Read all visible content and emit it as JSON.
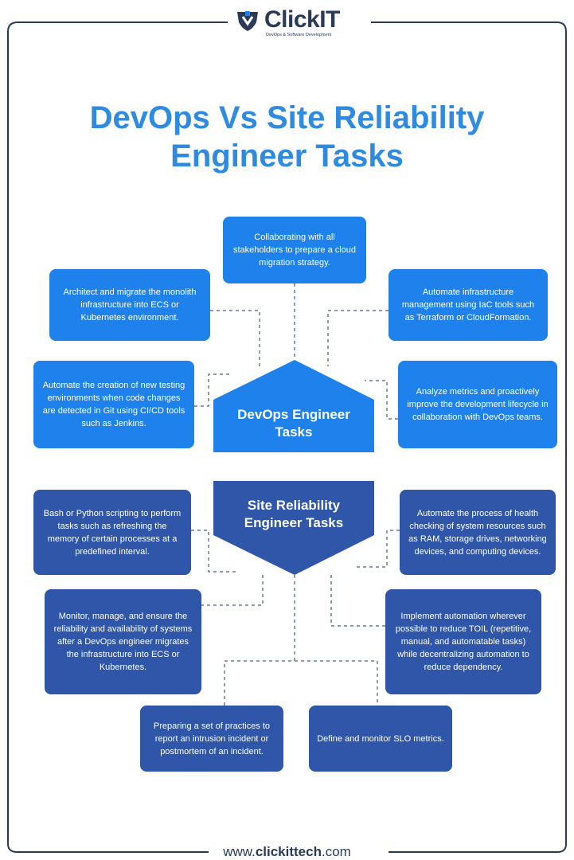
{
  "header": {
    "logo_text": "ClickIT",
    "logo_tagline": "DevOps & Software Development",
    "title_line1": "DevOps Vs Site Reliability",
    "title_line2": "Engineer Tasks"
  },
  "devops": {
    "hub_line1": "DevOps Engineer",
    "hub_line2": "Tasks",
    "color": "#1f82ec",
    "tasks": [
      "Collaborating with all stakeholders to prepare a cloud migration strategy.",
      "Architect and migrate the monolith infrastructure into ECS or Kubernetes environment.",
      "Automate infrastructure management using IaC tools such as Terraform or CloudFormation.",
      "Automate the creation of new testing environments when code changes are detected in Git using CI/CD tools such as Jenkins.",
      "Analyze metrics and proactively improve the development lifecycle in collaboration with DevOps teams."
    ]
  },
  "sre": {
    "hub_line1": "Site Reliability",
    "hub_line2": "Engineer Tasks",
    "color": "#2f56a8",
    "tasks": [
      "Bash or Python scripting to perform tasks such as refreshing the memory of certain processes at a predefined interval.",
      "Automate the process of health checking of system resources such as RAM, storage drives, networking devices, and computing devices.",
      "Monitor, manage, and ensure the reliability and availability of systems after a DevOps engineer migrates the infrastructure into ECS or Kubernetes.",
      "Implement automation wherever possible to reduce TOIL (repetitive, manual, and automatable tasks) while decentralizing automation to reduce dependency.",
      "Preparing a set of practices to report an intrusion incident or postmortem of an incident.",
      "Define and monitor SLO metrics."
    ]
  },
  "footer": {
    "prefix": "www.",
    "domain": "clickittech",
    "suffix": ".com"
  },
  "colors": {
    "frame": "#2b3a57",
    "title": "#2e8be0",
    "connector": "#6c7a8c"
  }
}
